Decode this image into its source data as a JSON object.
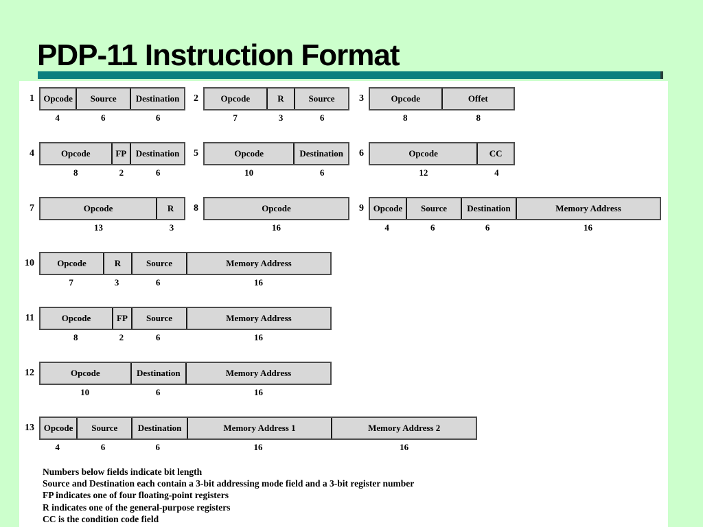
{
  "slide": {
    "title": "PDP-11 Instruction Format",
    "colors": {
      "background": "#ccffcc",
      "panel": "#ffffff",
      "accent_bar": "#0d7f7f",
      "accent_bar_shadow": "#27403a",
      "field_fill": "#d8d8d8",
      "field_border": "#4d4d4d",
      "field_divider": "#1a1a1a",
      "text": "#000000"
    }
  },
  "formats": [
    {
      "num": "1",
      "row": 0,
      "col": 0,
      "fields": [
        {
          "label": "Opcode",
          "bits": 4
        },
        {
          "label": "Source",
          "bits": 6
        },
        {
          "label": "Destination",
          "bits": 6
        }
      ]
    },
    {
      "num": "2",
      "row": 0,
      "col": 1,
      "fields": [
        {
          "label": "Opcode",
          "bits": 7
        },
        {
          "label": "R",
          "bits": 3
        },
        {
          "label": "Source",
          "bits": 6
        }
      ]
    },
    {
      "num": "3",
      "row": 0,
      "col": 2,
      "fields": [
        {
          "label": "Opcode",
          "bits": 8
        },
        {
          "label": "Offet",
          "bits": 8
        }
      ]
    },
    {
      "num": "4",
      "row": 1,
      "col": 0,
      "fields": [
        {
          "label": "Opcode",
          "bits": 8
        },
        {
          "label": "FP",
          "bits": 2
        },
        {
          "label": "Destination",
          "bits": 6
        }
      ]
    },
    {
      "num": "5",
      "row": 1,
      "col": 1,
      "fields": [
        {
          "label": "Opcode",
          "bits": 10
        },
        {
          "label": "Destination",
          "bits": 6
        }
      ]
    },
    {
      "num": "6",
      "row": 1,
      "col": 2,
      "fields": [
        {
          "label": "Opcode",
          "bits": 12
        },
        {
          "label": "CC",
          "bits": 4
        }
      ]
    },
    {
      "num": "7",
      "row": 2,
      "col": 0,
      "fields": [
        {
          "label": "Opcode",
          "bits": 13
        },
        {
          "label": "R",
          "bits": 3
        }
      ]
    },
    {
      "num": "8",
      "row": 2,
      "col": 1,
      "fields": [
        {
          "label": "Opcode",
          "bits": 16
        }
      ]
    },
    {
      "num": "9",
      "row": 2,
      "col": 2,
      "fields": [
        {
          "label": "Opcode",
          "bits": 4
        },
        {
          "label": "Source",
          "bits": 6
        },
        {
          "label": "Destination",
          "bits": 6
        },
        {
          "label": "Memory Address",
          "bits": 16
        }
      ]
    },
    {
      "num": "10",
      "row": 3,
      "col": 0,
      "fields": [
        {
          "label": "Opcode",
          "bits": 7
        },
        {
          "label": "R",
          "bits": 3
        },
        {
          "label": "Source",
          "bits": 6
        },
        {
          "label": "Memory Address",
          "bits": 16
        }
      ]
    },
    {
      "num": "11",
      "row": 4,
      "col": 0,
      "fields": [
        {
          "label": "Opcode",
          "bits": 8
        },
        {
          "label": "FP",
          "bits": 2
        },
        {
          "label": "Source",
          "bits": 6
        },
        {
          "label": "Memory Address",
          "bits": 16
        }
      ]
    },
    {
      "num": "12",
      "row": 5,
      "col": 0,
      "fields": [
        {
          "label": "Opcode",
          "bits": 10
        },
        {
          "label": "Destination",
          "bits": 6
        },
        {
          "label": "Memory Address",
          "bits": 16
        }
      ]
    },
    {
      "num": "13",
      "row": 6,
      "col": 0,
      "fields": [
        {
          "label": "Opcode",
          "bits": 4
        },
        {
          "label": "Source",
          "bits": 6
        },
        {
          "label": "Destination",
          "bits": 6
        },
        {
          "label": "Memory Address 1",
          "bits": 16
        },
        {
          "label": "Memory Address 2",
          "bits": 16
        }
      ]
    }
  ],
  "notes": [
    "Numbers below fields indicate bit length",
    "Source and Destination each contain a 3-bit addressing mode field and a 3-bit register number",
    "FP indicates one of four floating-point registers",
    "R indicates one of the general-purpose registers",
    "CC is the condition code field"
  ]
}
